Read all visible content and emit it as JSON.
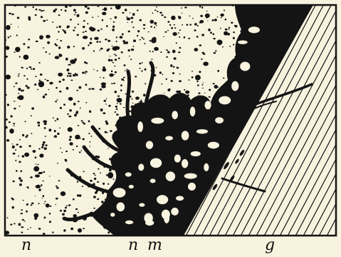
{
  "figure": {
    "labels": {
      "left_n": "n",
      "middle_n": "n",
      "middle_m": "m",
      "right_g": "g"
    },
    "colors": {
      "paper": "#f7f3df",
      "ink": "#141414"
    }
  }
}
